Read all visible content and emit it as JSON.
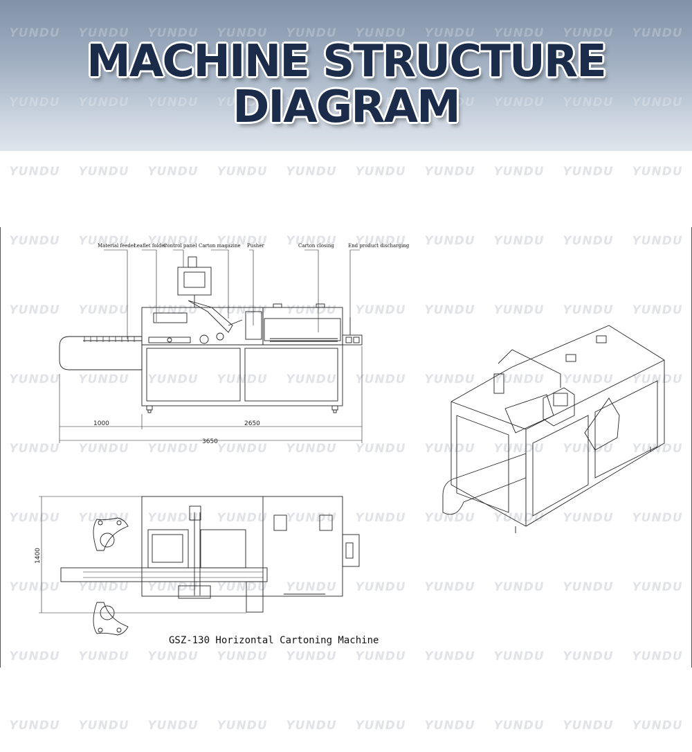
{
  "title": {
    "line1": "MACHINE STRUCTURE",
    "line2": "DIAGRAM"
  },
  "watermark": "YUNDU",
  "diagram": {
    "labels": {
      "material_feeder": "Material feeder",
      "leaflet_folder": "Leaflet folder",
      "control_panel": "Control panel",
      "carton_magazine": "Carton magazine",
      "pusher": "Pusher",
      "carton_closing": "Carton closing",
      "end_product_discharging": "End product discharging"
    },
    "dimensions": {
      "feeder_length": "1000",
      "body_length": "2650",
      "total_length": "3650",
      "width": "1400"
    },
    "caption": "GSZ-130 Horizontal Cartoning Machine"
  }
}
